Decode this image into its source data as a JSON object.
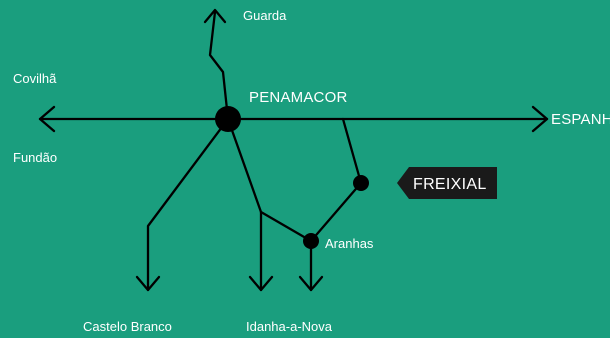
{
  "map": {
    "background_color": "#1a9e7e",
    "line_color": "#000000",
    "label_color": "#ffffff",
    "tag_color": "#1a1a1a",
    "towns": {
      "penamacor": "PENAMACOR",
      "freixial": "FREIXIAL",
      "aranhas": "Aranhas"
    },
    "destinations": {
      "guarda": "Guarda",
      "covilha": "Covilhã",
      "fundao": "Fundão",
      "espanha": "ESPANHA",
      "castelo_branco": "Castelo Branco",
      "idanha": "Idanha-a-Nova"
    }
  }
}
